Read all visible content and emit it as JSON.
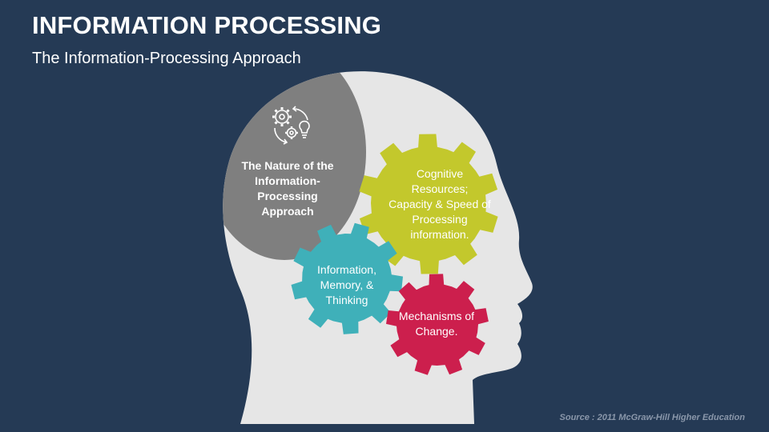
{
  "header": {
    "title": "INFORMATION PROCESSING",
    "subtitle": "The Information-Processing Approach"
  },
  "diagram": {
    "nature": {
      "label": "The Nature of the Information-Processing Approach",
      "color": "#7f7f7f",
      "icon": "gears-bulb-icon"
    },
    "gears": [
      {
        "label": "Cognitive Resources; Capacity & Speed of Processing information.",
        "color": "#c3c82c"
      },
      {
        "label": "Information, Memory, & Thinking",
        "color": "#3fb0b9"
      },
      {
        "label": "Mechanisms of Change.",
        "color": "#cc1f4d"
      }
    ],
    "head_color": "#e6e6e6"
  },
  "footer": {
    "source": "Source : 2011 McGraw-Hill Higher Education"
  }
}
